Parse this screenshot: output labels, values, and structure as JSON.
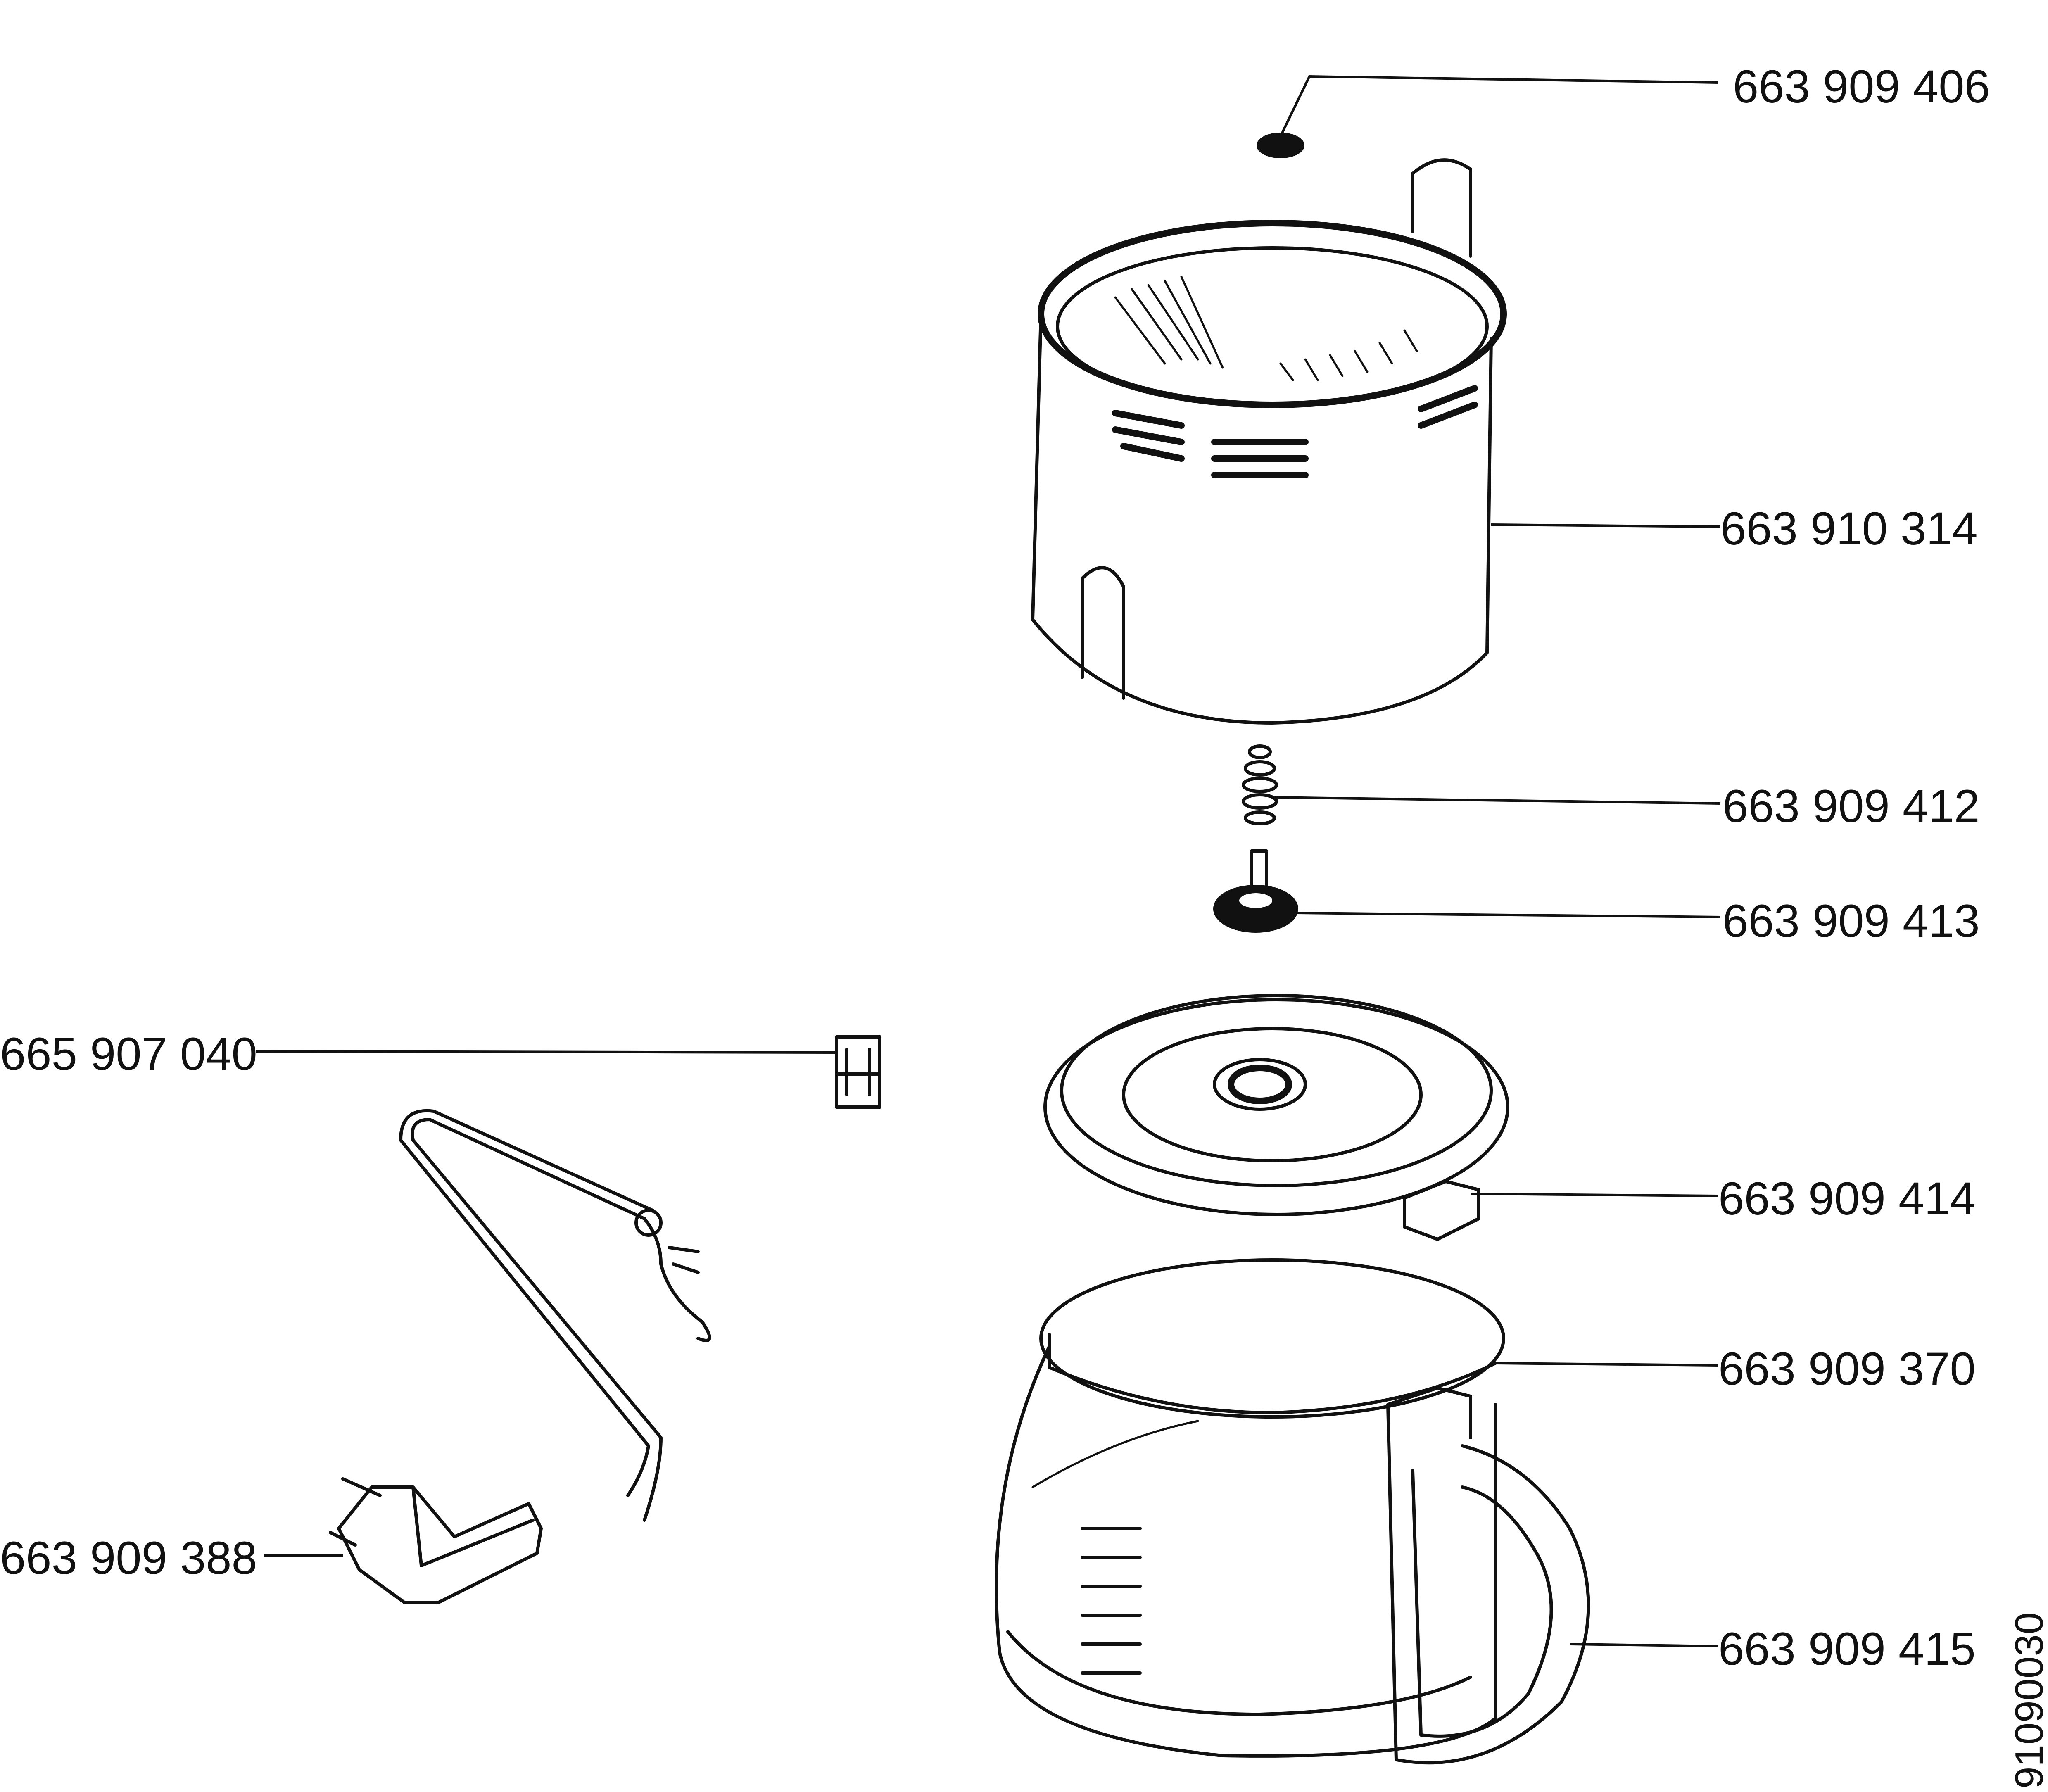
{
  "parts": [
    {
      "id": "p1",
      "number": "663 909 406"
    },
    {
      "id": "p2",
      "number": "663 910 314"
    },
    {
      "id": "p3",
      "number": "663 909 412"
    },
    {
      "id": "p4",
      "number": "663 909 413"
    },
    {
      "id": "p5",
      "number": "665 907 040"
    },
    {
      "id": "p6",
      "number": "663 909 414"
    },
    {
      "id": "p7",
      "number": "663 909 370"
    },
    {
      "id": "p8",
      "number": "663 909 388"
    },
    {
      "id": "p9",
      "number": "663 909 415"
    }
  ],
  "drawing_number": "91090030"
}
